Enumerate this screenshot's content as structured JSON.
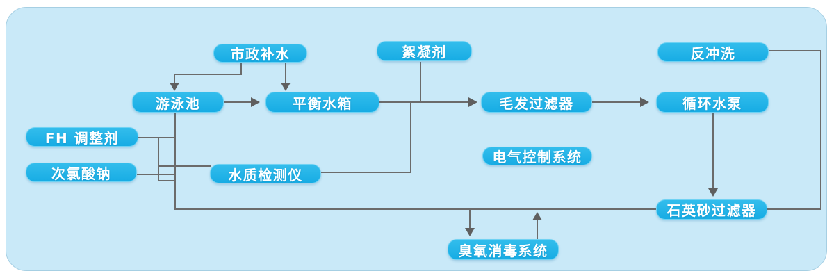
{
  "diagram": {
    "type": "flowchart",
    "language": "zh-CN",
    "nodes": {
      "municipal_water": {
        "label": "市政补水"
      },
      "flocculant": {
        "label": "絮凝剂"
      },
      "backwash": {
        "label": "反冲洗"
      },
      "swimming_pool": {
        "label": "游泳池"
      },
      "balance_tank": {
        "label": "平衡水箱"
      },
      "hair_filter": {
        "label": "毛发过滤器"
      },
      "circulation_pump": {
        "label": "循环水泵"
      },
      "ph_adjuster": {
        "label": "FH 调整剂"
      },
      "sodium_hypochlorite": {
        "label": "次氯酸钠"
      },
      "water_quality_monitor": {
        "label": "水质检测仪"
      },
      "electrical_control_system": {
        "label": "电气控制系统"
      },
      "quartz_sand_filter": {
        "label": "石英砂过滤器"
      },
      "ozone_disinfection_system": {
        "label": "臭氧消毒系统"
      }
    },
    "edges": [
      {
        "from": "municipal_water",
        "to": "swimming_pool",
        "arrow": true
      },
      {
        "from": "municipal_water",
        "to": "balance_tank",
        "arrow": true
      },
      {
        "from": "swimming_pool",
        "to": "balance_tank",
        "arrow": true
      },
      {
        "from": "balance_tank",
        "to": "hair_filter",
        "arrow": true
      },
      {
        "from": "flocculant",
        "to": "balance_tank_to_hair_filter_pipe",
        "arrow": false
      },
      {
        "from": "water_quality_monitor",
        "to": "balance_tank_to_hair_filter_pipe",
        "arrow": false
      },
      {
        "from": "hair_filter",
        "to": "circulation_pump",
        "arrow": true
      },
      {
        "from": "circulation_pump",
        "to": "quartz_sand_filter",
        "arrow": true
      },
      {
        "from": "backwash",
        "to": "quartz_sand_filter",
        "arrow": false
      },
      {
        "from": "swimming_pool",
        "to": "quartz_sand_filter",
        "arrow": false
      },
      {
        "from": "ph_adjuster",
        "to": "pool_return_pipe",
        "arrow": false
      },
      {
        "from": "sodium_hypochlorite",
        "to": "pool_return_pipe",
        "arrow": false
      },
      {
        "from": "ph_adjuster",
        "to": "water_quality_monitor",
        "arrow": false
      },
      {
        "from": "pool_return_pipe",
        "to": "ozone_disinfection_system",
        "arrow": true
      },
      {
        "from": "ozone_disinfection_system",
        "to": "pool_return_pipe",
        "arrow": true
      }
    ],
    "colors": {
      "page_background": "#ffffff",
      "panel_background": "#c9e9f8",
      "panel_border": "#a6cfe3",
      "node_fill": "#1cb1e8",
      "node_border": "#6fd2f3",
      "node_text": "#ffffff",
      "connector": "#6b6b6b"
    }
  }
}
